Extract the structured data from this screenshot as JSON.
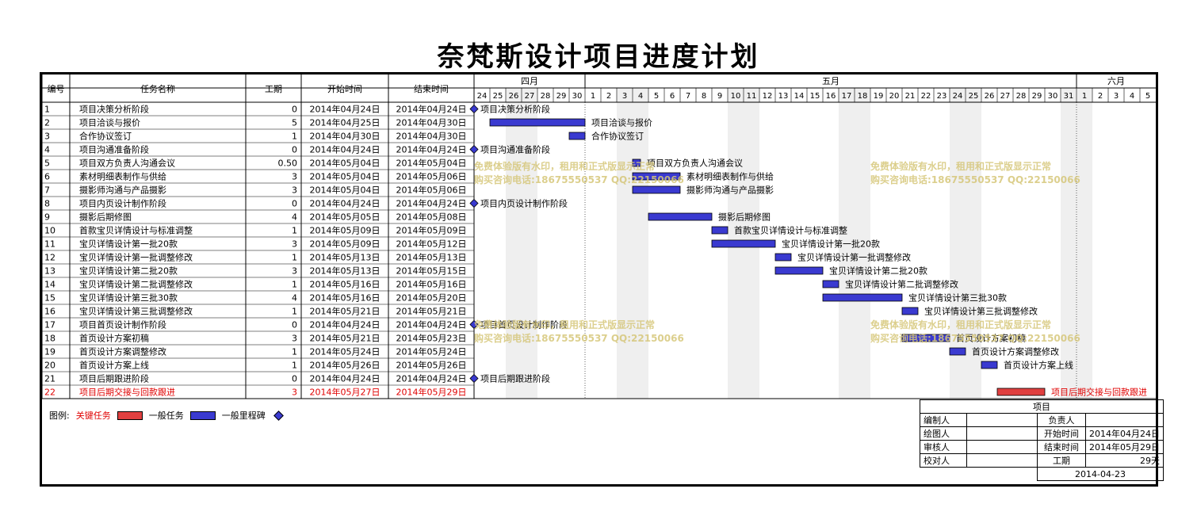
{
  "title": "奈梵斯设计项目进度计划",
  "headers": {
    "id": "编号",
    "name": "任务名称",
    "duration": "工期",
    "start": "开始时间",
    "end": "结束时间"
  },
  "months": [
    {
      "name": "四月",
      "days": [
        "24",
        "25",
        "26",
        "27",
        "28",
        "29",
        "30"
      ]
    },
    {
      "name": "五月",
      "days": [
        "1",
        "2",
        "3",
        "4",
        "5",
        "6",
        "7",
        "8",
        "9",
        "10",
        "11",
        "12",
        "13",
        "14",
        "15",
        "16",
        "17",
        "18",
        "19",
        "20",
        "21",
        "22",
        "23",
        "24",
        "25",
        "26",
        "27",
        "28",
        "29",
        "30",
        "31"
      ]
    },
    {
      "name": "六月",
      "days": [
        "1",
        "2",
        "3",
        "4",
        "5"
      ]
    }
  ],
  "chart_data": {
    "type": "gantt",
    "title": "奈梵斯设计项目进度计划",
    "x_range": [
      "2014-04-24",
      "2014-06-05"
    ],
    "tasks": [
      {
        "id": "1",
        "name": "项目决策分析阶段",
        "duration": "0",
        "start": "2014年04月24日",
        "end": "2014年04月24日",
        "start_date": "2014-04-24",
        "end_date": "2014-04-24",
        "kind": "milestone"
      },
      {
        "id": "2",
        "name": "项目洽谈与报价",
        "duration": "5",
        "start": "2014年04月25日",
        "end": "2014年04月30日",
        "start_date": "2014-04-25",
        "end_date": "2014-04-30",
        "kind": "task"
      },
      {
        "id": "3",
        "name": "合作协议签订",
        "duration": "1",
        "start": "2014年04月30日",
        "end": "2014年04月30日",
        "start_date": "2014-04-30",
        "end_date": "2014-04-30",
        "kind": "task"
      },
      {
        "id": "4",
        "name": "项目沟通准备阶段",
        "duration": "0",
        "start": "2014年04月24日",
        "end": "2014年04月24日",
        "start_date": "2014-04-24",
        "end_date": "2014-04-24",
        "kind": "milestone"
      },
      {
        "id": "5",
        "name": "项目双方负责人沟通会议",
        "duration": "0.50",
        "start": "2014年05月04日",
        "end": "2014年05月04日",
        "start_date": "2014-05-04",
        "end_date": "2014-05-04",
        "kind": "task"
      },
      {
        "id": "6",
        "name": "素材明细表制作与供给",
        "duration": "3",
        "start": "2014年05月04日",
        "end": "2014年05月06日",
        "start_date": "2014-05-04",
        "end_date": "2014-05-06",
        "kind": "task"
      },
      {
        "id": "7",
        "name": "摄影师沟通与产品摄影",
        "duration": "3",
        "start": "2014年05月04日",
        "end": "2014年05月06日",
        "start_date": "2014-05-04",
        "end_date": "2014-05-06",
        "kind": "task"
      },
      {
        "id": "8",
        "name": "项目内页设计制作阶段",
        "duration": "0",
        "start": "2014年04月24日",
        "end": "2014年04月24日",
        "start_date": "2014-04-24",
        "end_date": "2014-04-24",
        "kind": "milestone"
      },
      {
        "id": "9",
        "name": "摄影后期修图",
        "duration": "4",
        "start": "2014年05月05日",
        "end": "2014年05月08日",
        "start_date": "2014-05-05",
        "end_date": "2014-05-08",
        "kind": "task"
      },
      {
        "id": "10",
        "name": "首款宝贝详情设计与标准调整",
        "duration": "1",
        "start": "2014年05月09日",
        "end": "2014年05月09日",
        "start_date": "2014-05-09",
        "end_date": "2014-05-09",
        "kind": "task"
      },
      {
        "id": "11",
        "name": "宝贝详情设计第一批20款",
        "duration": "3",
        "start": "2014年05月09日",
        "end": "2014年05月12日",
        "start_date": "2014-05-09",
        "end_date": "2014-05-12",
        "kind": "task"
      },
      {
        "id": "12",
        "name": "宝贝详情设计第一批调整修改",
        "duration": "1",
        "start": "2014年05月13日",
        "end": "2014年05月13日",
        "start_date": "2014-05-13",
        "end_date": "2014-05-13",
        "kind": "task"
      },
      {
        "id": "13",
        "name": "宝贝详情设计第二批20款",
        "duration": "3",
        "start": "2014年05月13日",
        "end": "2014年05月15日",
        "start_date": "2014-05-13",
        "end_date": "2014-05-15",
        "kind": "task"
      },
      {
        "id": "14",
        "name": "宝贝详情设计第二批调整修改",
        "duration": "1",
        "start": "2014年05月16日",
        "end": "2014年05月16日",
        "start_date": "2014-05-16",
        "end_date": "2014-05-16",
        "kind": "task"
      },
      {
        "id": "15",
        "name": "宝贝详情设计第三批30款",
        "duration": "4",
        "start": "2014年05月16日",
        "end": "2014年05月20日",
        "start_date": "2014-05-16",
        "end_date": "2014-05-20",
        "kind": "task"
      },
      {
        "id": "16",
        "name": "宝贝详情设计第三批调整修改",
        "duration": "1",
        "start": "2014年05月21日",
        "end": "2014年05月21日",
        "start_date": "2014-05-21",
        "end_date": "2014-05-21",
        "kind": "task"
      },
      {
        "id": "17",
        "name": "项目首页设计制作阶段",
        "duration": "0",
        "start": "2014年04月24日",
        "end": "2014年04月24日",
        "start_date": "2014-04-24",
        "end_date": "2014-04-24",
        "kind": "milestone"
      },
      {
        "id": "18",
        "name": "首页设计方案初稿",
        "duration": "3",
        "start": "2014年05月21日",
        "end": "2014年05月23日",
        "start_date": "2014-05-21",
        "end_date": "2014-05-23",
        "kind": "task"
      },
      {
        "id": "19",
        "name": "首页设计方案调整修改",
        "duration": "1",
        "start": "2014年05月24日",
        "end": "2014年05月24日",
        "start_date": "2014-05-24",
        "end_date": "2014-05-24",
        "kind": "task"
      },
      {
        "id": "20",
        "name": "首页设计方案上线",
        "duration": "1",
        "start": "2014年05月26日",
        "end": "2014年05月26日",
        "start_date": "2014-05-26",
        "end_date": "2014-05-26",
        "kind": "task"
      },
      {
        "id": "21",
        "name": "项目后期跟进阶段",
        "duration": "0",
        "start": "2014年04月24日",
        "end": "2014年04月24日",
        "start_date": "2014-04-24",
        "end_date": "2014-04-24",
        "kind": "milestone"
      },
      {
        "id": "22",
        "name": "项目后期交接与回款跟进",
        "duration": "3",
        "start": "2014年05月27日",
        "end": "2014年05月29日",
        "start_date": "2014-05-27",
        "end_date": "2014-05-29",
        "kind": "critical"
      }
    ]
  },
  "watermark": {
    "line1": "免费体验版有水印，租用和正式版显示正常",
    "line2": "购买咨询电话:18675550537 QQ:22150066"
  },
  "legend": {
    "label": "图例:",
    "critical": "关键任务",
    "task": "一般任务",
    "milestone": "一般里程碑"
  },
  "info": {
    "project_label": "项目",
    "editor_label": "编制人",
    "owner_label": "负责人",
    "drawer_label": "绘图人",
    "start_label": "开始时间",
    "start_value": "2014年04月24日",
    "reviewer_label": "审核人",
    "end_label": "结束时间",
    "end_value": "2014年05月29日",
    "checker_label": "校对人",
    "duration_label": "工期",
    "duration_value": "29天",
    "date": "2014-04-23"
  },
  "colors": {
    "task": "#3a3ad0",
    "critical": "#e04040",
    "milestone": "#3a3ad0",
    "weekend": "#dcdcdc",
    "critical_text": "#e00000"
  }
}
